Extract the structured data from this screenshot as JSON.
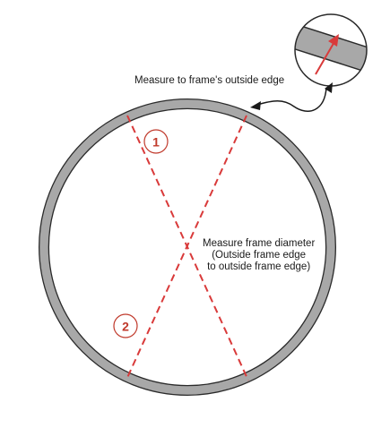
{
  "labels": {
    "outside_edge": "Measure to frame's outside edge",
    "diameter": [
      "Measure frame diameter",
      "(Outside frame edge",
      "to outside frame edge)"
    ]
  },
  "steps": [
    "1",
    "2"
  ],
  "colors": {
    "frame_fill": "#a8a8a8",
    "frame_outline": "#333333",
    "measure_line": "#d93a3a",
    "badge_text": "#c0392b",
    "badge_outline": "#c0392b"
  }
}
